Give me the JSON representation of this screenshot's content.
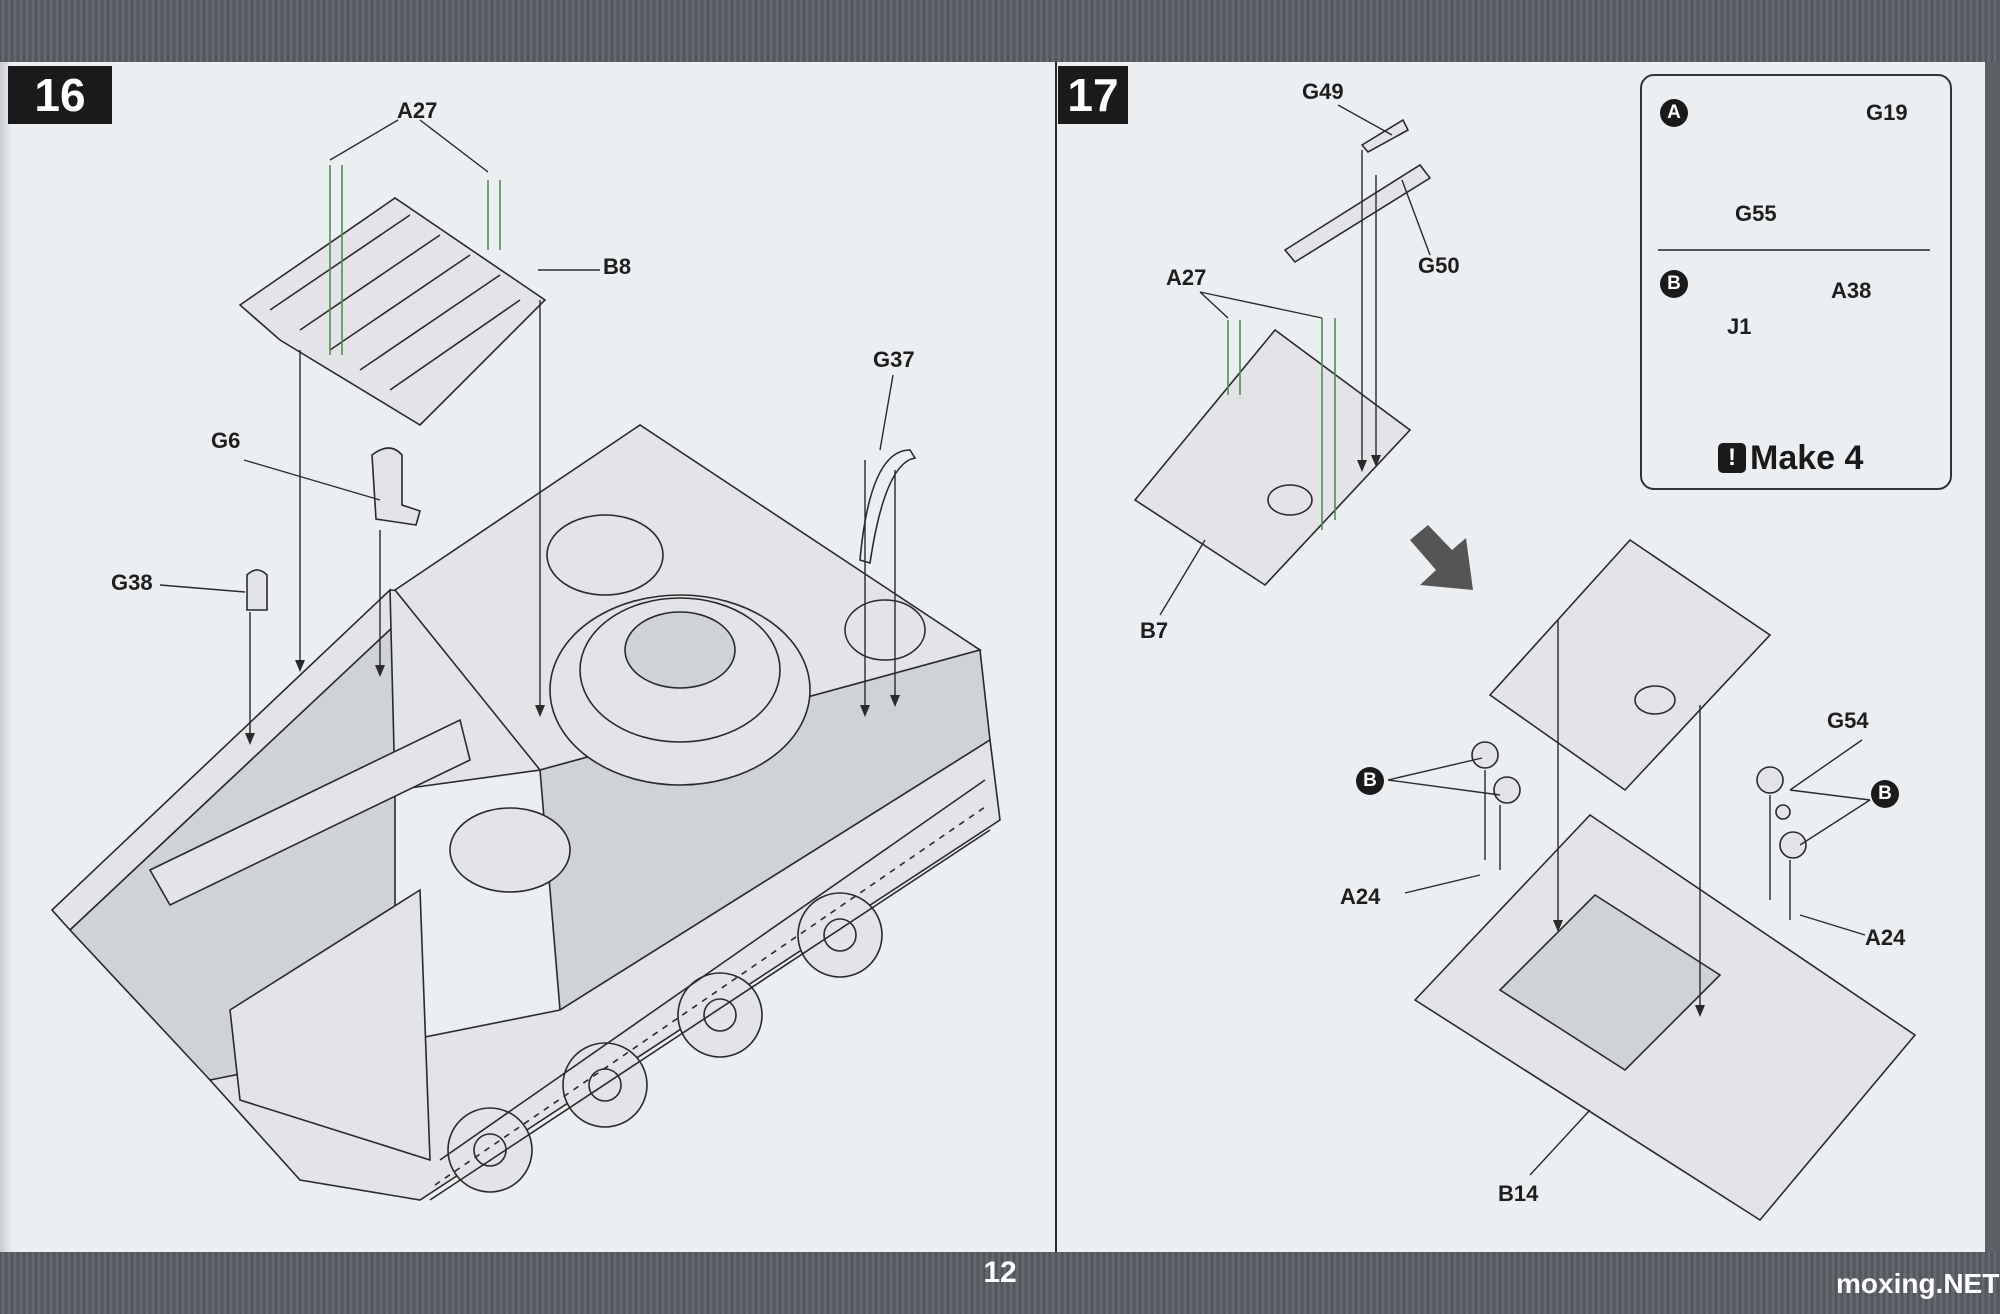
{
  "page": {
    "number": "12",
    "watermark": "moxing.NET"
  },
  "steps": [
    {
      "number": "16",
      "labels": {
        "a27": "A27",
        "b8": "B8",
        "g6": "G6",
        "g38": "G38",
        "g37": "G37"
      }
    },
    {
      "number": "17",
      "labels": {
        "g49": "G49",
        "g50": "G50",
        "a27": "A27",
        "b7": "B7",
        "b_left": "B",
        "b_right": "B",
        "g54": "G54",
        "a24_left": "A24",
        "a24_right": "A24",
        "b14": "B14"
      },
      "callout": {
        "section_a": {
          "badge": "A",
          "labels": {
            "g19": "G19",
            "g55": "G55"
          }
        },
        "section_b": {
          "badge": "B",
          "labels": {
            "j1": "J1",
            "a38": "A38"
          }
        },
        "make_note": "Make 4",
        "warning_icon": "exclamation-icon"
      }
    }
  ],
  "colors": {
    "band": "#5b5f66",
    "paper": "#eceff2",
    "ink": "#1a1a1a"
  }
}
